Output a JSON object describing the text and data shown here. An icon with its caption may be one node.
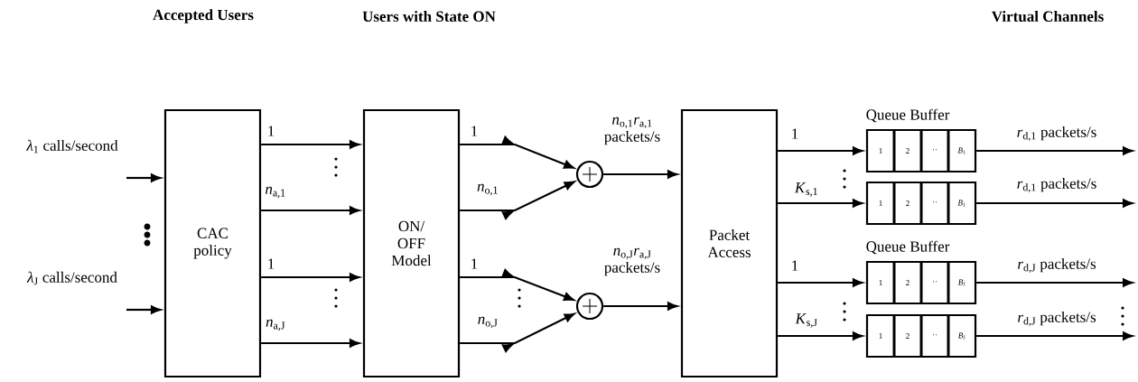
{
  "diagram": {
    "nodes": [
      {
        "text": [
          "CAC policy"
        ]
      },
      {
        "text": [
          "ON/ OFF Model"
        ]
      },
      {
        "text": [],
        "shape": "circle"
      },
      {
        "text": [],
        "shape": "circle"
      },
      {
        "text": [
          "Packet Access"
        ]
      },
      {
        "text": [
          "1",
          "2",
          "··",
          "*B*$_{1}$"
        ],
        "beside": [
          "Queue Buffer"
        ]
      },
      {
        "text": [
          "1",
          "2",
          "··",
          "*B*$_{1}$"
        ]
      },
      {
        "text": [
          "1",
          "2",
          "··",
          "*B*$_{J}$"
        ],
        "beside": [
          "Queue Buffer"
        ]
      },
      {
        "text": [
          "1",
          "2",
          "··",
          "*B*$_{J}$"
        ]
      }
    ],
    "edges": [
      {
        "from": null,
        "to": 0,
        "arrow": "to",
        "label": "*λ*$_{1}$ calls/second"
      },
      {
        "from": null,
        "to": 0,
        "arrow": "to",
        "label": "*λ*$_{J}$ calls/second"
      },
      {
        "from": 0,
        "to": 1,
        "arrow": "to",
        "label": "1"
      },
      {
        "from": 0,
        "to": 1,
        "arrow": "to",
        "label": "*n*$_{a,1}$"
      },
      {
        "from": 0,
        "to": 1,
        "arrow": "to",
        "label": "1"
      },
      {
        "from": 0,
        "to": 1,
        "arrow": "to",
        "label": "*n*$_{a,J}$"
      },
      {
        "from": 1,
        "to": 2,
        "arrow": "to",
        "label": "1"
      },
      {
        "from": 1,
        "to": 2,
        "arrow": "to",
        "label": "*n*$_{o,1}$"
      },
      {
        "from": 1,
        "to": 3,
        "arrow": "to",
        "label": "1"
      },
      {
        "from": 1,
        "to": 3,
        "arrow": "to",
        "label": "*n*$_{o,J}$"
      },
      {
        "from": 2,
        "to": 4,
        "arrow": "to",
        "label": "*n*$_{o,1}$*r*$_{a,1}$ packets/s"
      },
      {
        "from": 3,
        "to": 4,
        "arrow": "to",
        "label": "*n*$_{o,J}$*r*$_{a,J}$ packets/s"
      },
      {
        "from": 4,
        "to": 5,
        "arrow": "to",
        "label": "1"
      },
      {
        "from": 4,
        "to": 6,
        "arrow": "to",
        "label": "*K*$_{s,1}$"
      },
      {
        "from": 4,
        "to": 7,
        "arrow": "to",
        "label": "1"
      },
      {
        "from": 4,
        "to": 8,
        "arrow": "to",
        "label": "*K*$_{s,J}$"
      },
      {
        "from": 5,
        "to": null,
        "arrow": "to",
        "label": "*r*$_{d,1}$ packets/s"
      },
      {
        "from": 6,
        "to": null,
        "arrow": "to",
        "label": "*r*$_{d,1}$ packets/s"
      },
      {
        "from": 7,
        "to": null,
        "arrow": "to",
        "label": "*r*$_{d,J}$ packets/s"
      },
      {
        "from": 8,
        "to": null,
        "arrow": "to",
        "label": "*r*$_{d,J}$ packets/s"
      }
    ],
    "labels": [
      "Accepted Users",
      "Users with State ON",
      "Virtual Channels"
    ]
  }
}
